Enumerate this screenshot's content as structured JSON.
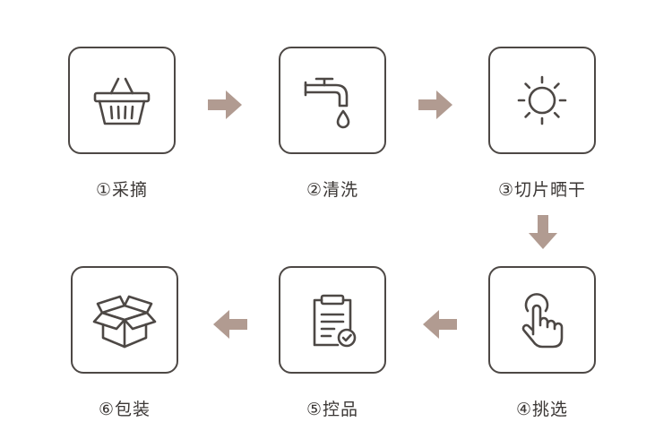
{
  "steps": [
    {
      "label": "①采摘",
      "icon": "basket-icon"
    },
    {
      "label": "②清洗",
      "icon": "faucet-icon"
    },
    {
      "label": "③切片晒干",
      "icon": "sun-icon"
    },
    {
      "label": "④挑选",
      "icon": "hand-tap-icon"
    },
    {
      "label": "⑤控品",
      "icon": "clipboard-check-icon"
    },
    {
      "label": "⑥包装",
      "icon": "box-icon"
    }
  ],
  "colors": {
    "icon_stroke": "#4d4845",
    "arrow": "#b19b91",
    "label_text": "#3b3735"
  }
}
